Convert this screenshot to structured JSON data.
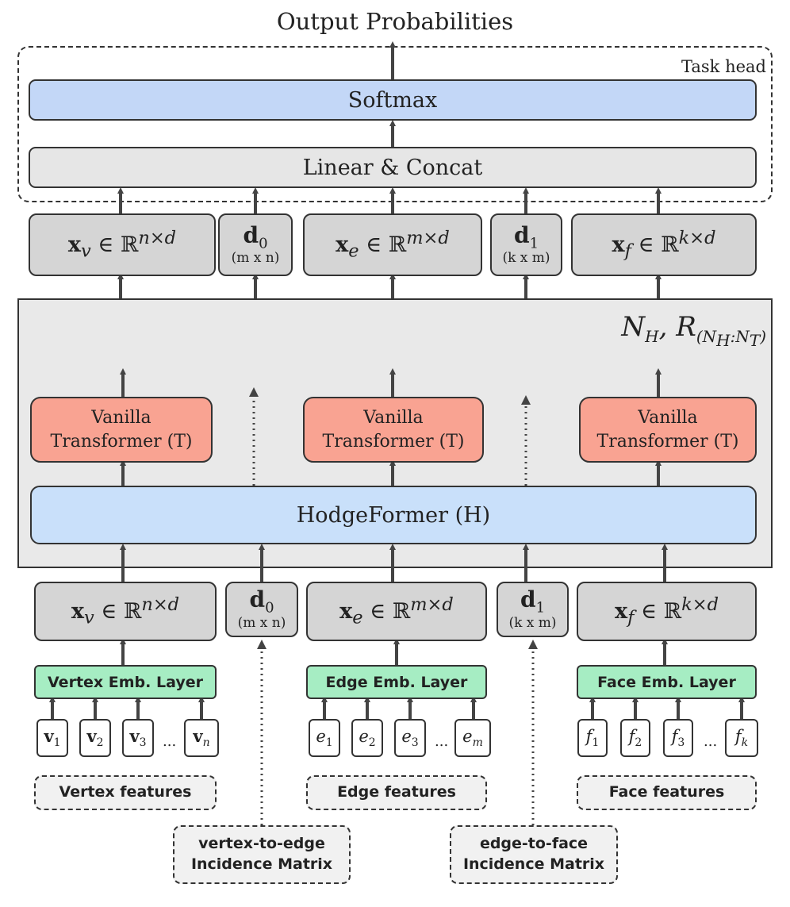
{
  "title": "Output Probabilities",
  "task_head": {
    "label": "Task head",
    "softmax": "Softmax",
    "linear_concat": "Linear & Concat"
  },
  "outputs": {
    "xv": {
      "symbol": "x",
      "sub": "v",
      "in": "∈ ℝ",
      "sup": "n×d"
    },
    "d0": {
      "name": "d",
      "sub": "0",
      "size": "(m x n)"
    },
    "xe": {
      "symbol": "x",
      "sub": "e",
      "in": "∈ ℝ",
      "sup": "m×d"
    },
    "d1": {
      "name": "d",
      "sub": "1",
      "size": "(k x m)"
    },
    "xf": {
      "symbol": "x",
      "sub": "f",
      "in": "∈ ℝ",
      "sup": "k×d"
    }
  },
  "block": {
    "label_main": "N",
    "label_sub1": "H",
    "label_mid": ", R",
    "label_sub2": "(N",
    "label_sub3": "H",
    "label_sub4": ":N",
    "label_sub5": "T",
    "label_sub6": ")",
    "transformer_line1": "Vanilla",
    "transformer_line2": "Transformer (T)",
    "hodgeformer": "HodgeFormer (H)"
  },
  "inputs": {
    "xv": {
      "symbol": "x",
      "sub": "v",
      "in": "∈ ℝ",
      "sup": "n×d"
    },
    "d0": {
      "name": "d",
      "sub": "0",
      "size": "(m x n)"
    },
    "xe": {
      "symbol": "x",
      "sub": "e",
      "in": "∈ ℝ",
      "sup": "m×d"
    },
    "d1": {
      "name": "d",
      "sub": "1",
      "size": "(k x m)"
    },
    "xf": {
      "symbol": "x",
      "sub": "f",
      "in": "∈ ℝ",
      "sup": "k×d"
    }
  },
  "embeddings": {
    "vertex": "Vertex Emb. Layer",
    "edge": "Edge Emb. Layer",
    "face": "Face Emb. Layer"
  },
  "tokens": {
    "ellipsis": "...",
    "vertex": [
      {
        "name": "v",
        "sub": "1"
      },
      {
        "name": "v",
        "sub": "2"
      },
      {
        "name": "v",
        "sub": "3"
      },
      {
        "name": "v",
        "sub": "n"
      }
    ],
    "edge": [
      {
        "name": "e",
        "sub": "1"
      },
      {
        "name": "e",
        "sub": "2"
      },
      {
        "name": "e",
        "sub": "3"
      },
      {
        "name": "e",
        "sub": "m"
      }
    ],
    "face": [
      {
        "name": "f",
        "sub": "1"
      },
      {
        "name": "f",
        "sub": "2"
      },
      {
        "name": "f",
        "sub": "3"
      },
      {
        "name": "f",
        "sub": "k"
      }
    ]
  },
  "features": {
    "vertex": "Vertex features",
    "edge": "Edge features",
    "face": "Face features"
  },
  "incidence": {
    "v2e_line1": "vertex-to-edge",
    "v2e_line2": "Incidence Matrix",
    "e2f_line1": "edge-to-face",
    "e2f_line2": "Incidence Matrix"
  },
  "colors": {
    "softmax": "#c3d7f7",
    "linear": "#e6e6e6",
    "feature_box": "#d5d5d5",
    "transformer": "#f9a392",
    "hodgeformer": "#c9e0fa",
    "embedding": "#a6edc3",
    "block_bg": "#e9e9e9",
    "arrow": "#444444"
  }
}
